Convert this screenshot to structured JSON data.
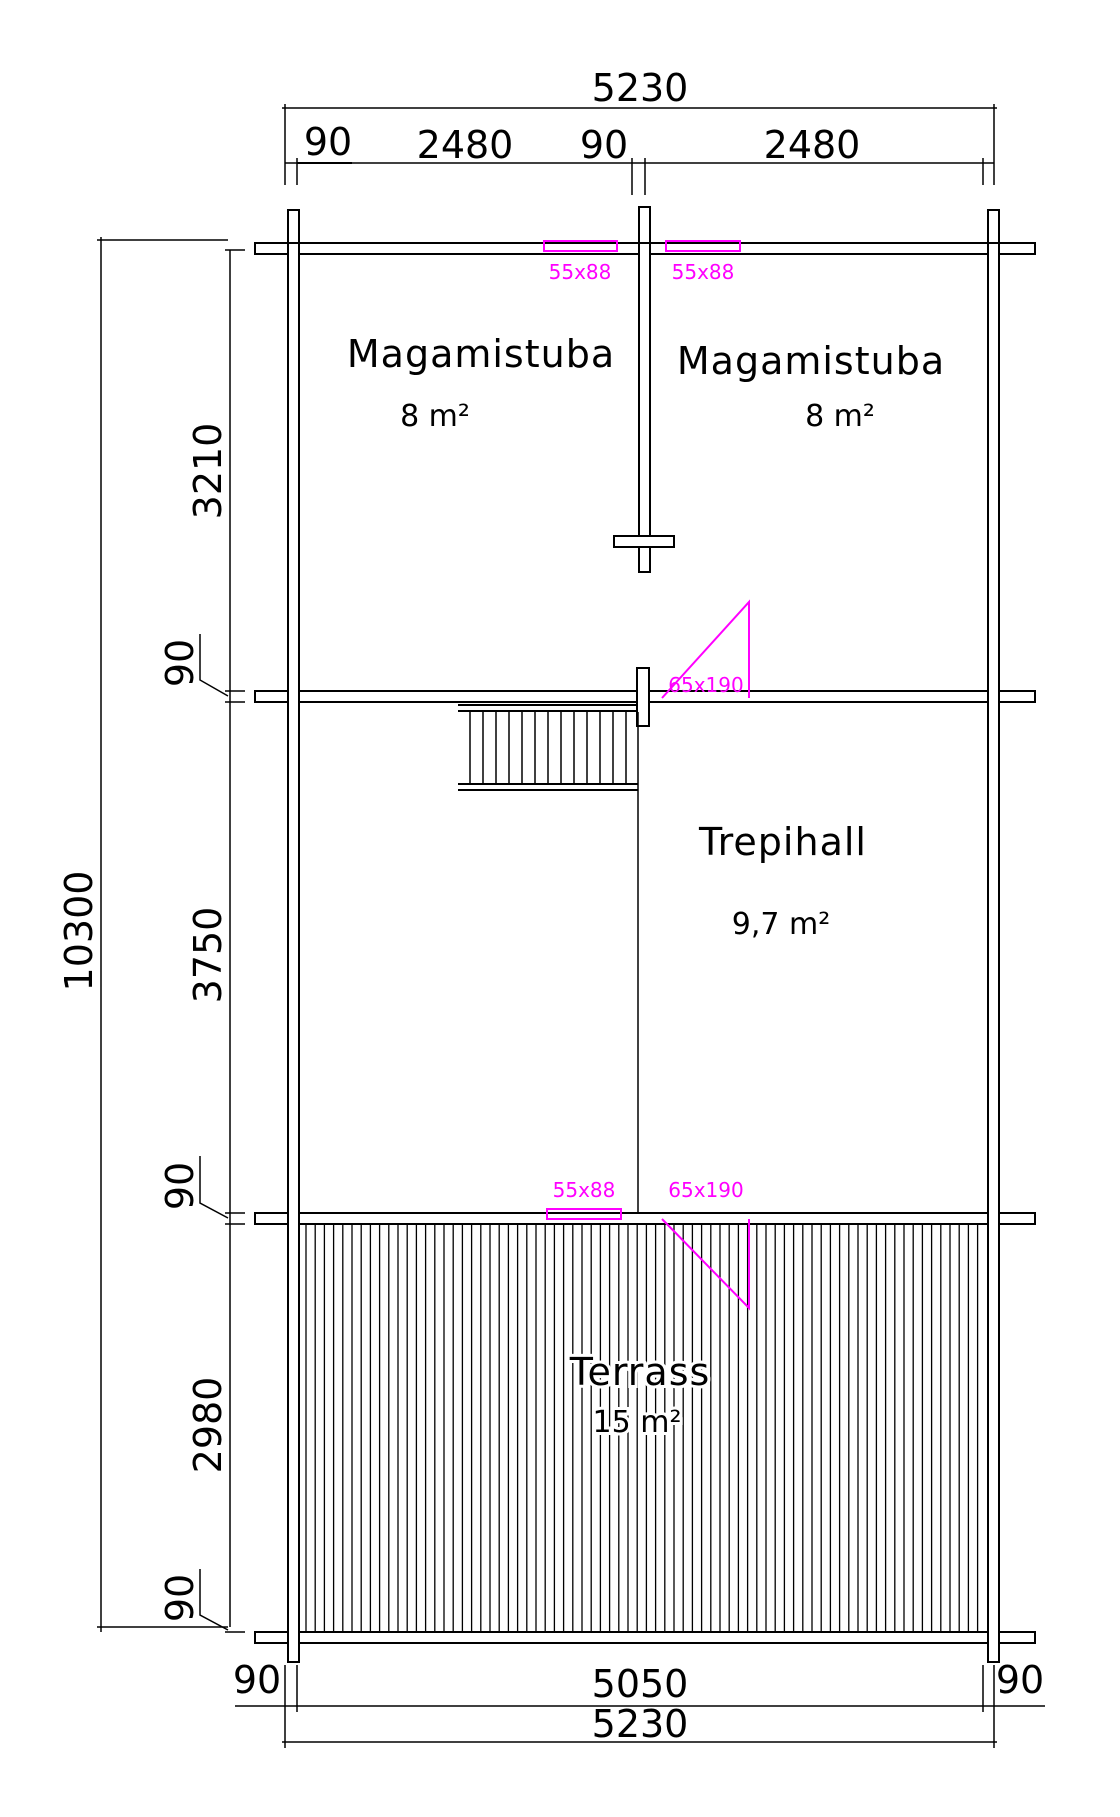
{
  "dimensions": {
    "top_total": "5230",
    "top_left_wall": "90",
    "top_left_room": "2480",
    "top_mid_wall": "90",
    "top_right_room": "2480",
    "left_total": "10300",
    "left_room1": "3210",
    "left_wall1": "90",
    "left_room2": "3750",
    "left_wall2": "90",
    "left_room3": "2980",
    "left_wall3": "90",
    "bottom_left_wall": "90",
    "bottom_inner": "5050",
    "bottom_right_wall": "90",
    "bottom_total": "5230"
  },
  "rooms": [
    {
      "name": "Magamistuba",
      "area": "8 m²"
    },
    {
      "name": "Magamistuba",
      "area": "8 m²"
    },
    {
      "name": "Trepihall",
      "area": "9,7 m²"
    },
    {
      "name": "Terrass",
      "area": "15 m²"
    }
  ],
  "openings": {
    "window_top_left": "55x88",
    "window_top_right": "55x88",
    "door_hall": "65x190",
    "window_terrace": "55x88",
    "door_terrace": "65x190"
  },
  "colors": {
    "lines": "#000000",
    "openings": "#ff00ff",
    "background": "#ffffff"
  }
}
